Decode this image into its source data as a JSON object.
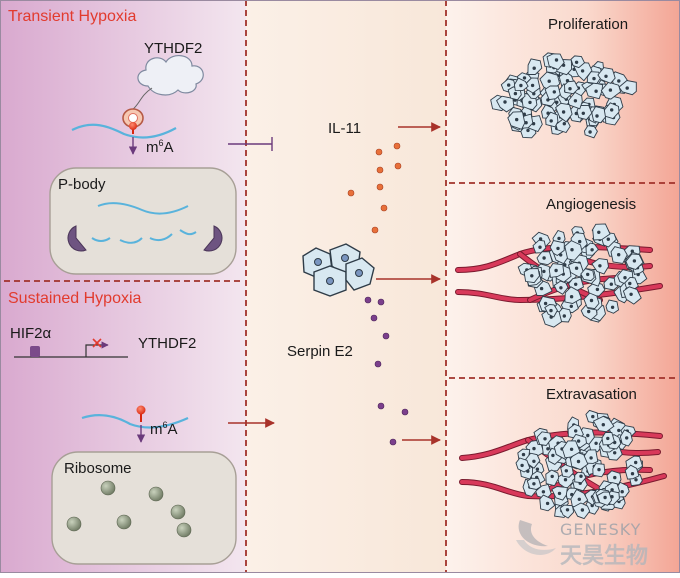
{
  "colors": {
    "accent_red": "#e23b2e",
    "arrow_red": "#a8322a",
    "vessel": "#c92d4f",
    "mrna": "#59b3dc",
    "cell_fill": "#d8e8f1",
    "purple": "#7b3f8c",
    "orange": "#e8703a",
    "granule": "#8f9a80"
  },
  "left": {
    "transient_title": "Transient Hypoxia",
    "ythdf2_top": "YTHDF2",
    "m6a_top_base": "m",
    "m6a_top_sup": "6",
    "m6a_top_end": "A",
    "pbody_label": "P-body",
    "sustained_title": "Sustained Hypoxia",
    "hif_label": "HIF2α",
    "ythdf2_bottom": "YTHDF2",
    "m6a_bot_base": "m",
    "m6a_bot_sup": "6",
    "m6a_bot_end": "A",
    "ribosome_label": "Ribosome"
  },
  "middle": {
    "il11_label": "IL-11",
    "serpin_label": "Serpin E2"
  },
  "right": {
    "proliferation": "Proliferation",
    "angiogenesis": "Angiogenesis",
    "extravasation": "Extravasation"
  },
  "watermark": {
    "latin": "GENESKY",
    "chinese": "天昊生物"
  }
}
